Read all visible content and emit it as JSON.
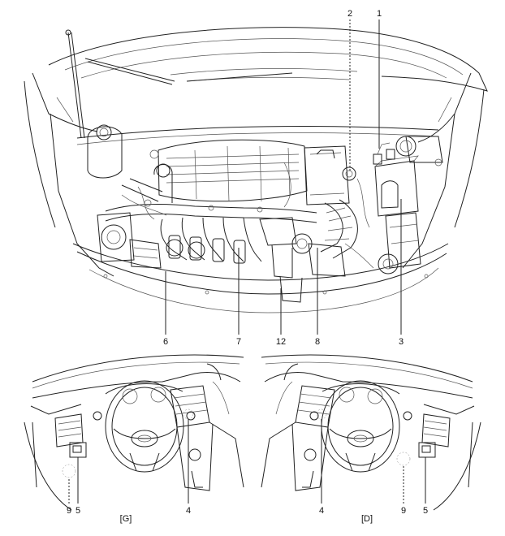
{
  "engine_callouts": {
    "c1": "1",
    "c2": "2",
    "c3": "3",
    "c6": "6",
    "c7": "7",
    "c8": "8",
    "c12": "12"
  },
  "left_dash": {
    "c9": "9",
    "c5": "5",
    "c4": "4",
    "caption": "[G]"
  },
  "right_dash": {
    "c4": "4",
    "c9": "9",
    "c5": "5",
    "caption": "[D]"
  }
}
